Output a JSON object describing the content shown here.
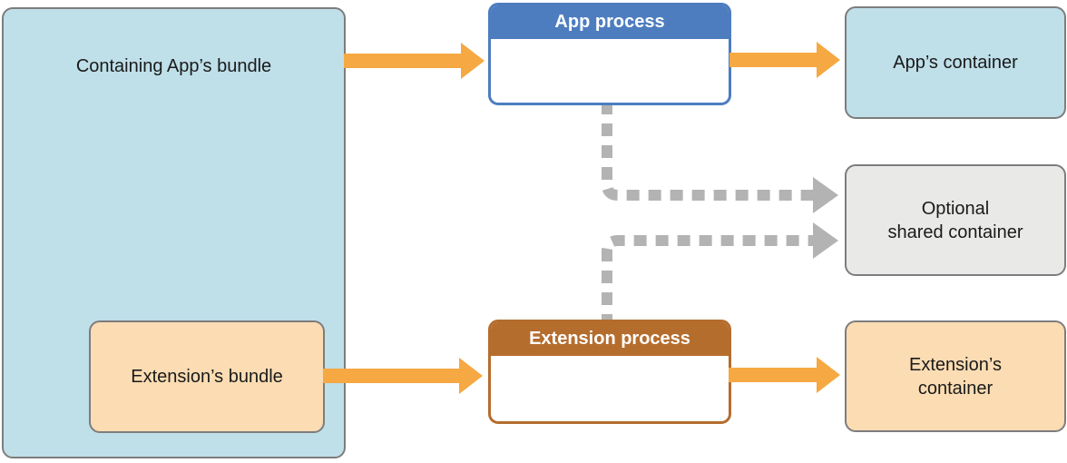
{
  "boxes": {
    "containing_bundle": {
      "label": "Containing App’s bundle"
    },
    "extension_bundle": {
      "label": "Extension’s bundle"
    },
    "app_process": {
      "title": "App process"
    },
    "extension_process": {
      "title": "Extension process"
    },
    "app_container": {
      "label": "App’s container"
    },
    "shared_container": {
      "label": "Optional\nshared container"
    },
    "extension_container": {
      "label": "Extension’s\ncontainer"
    }
  },
  "connections": [
    {
      "from": "containing_bundle",
      "to": "app_process",
      "style": "solid-orange"
    },
    {
      "from": "app_process",
      "to": "app_container",
      "style": "solid-orange"
    },
    {
      "from": "extension_bundle",
      "to": "extension_process",
      "style": "solid-orange"
    },
    {
      "from": "extension_process",
      "to": "extension_container",
      "style": "solid-orange"
    },
    {
      "from": "app_process",
      "to": "shared_container",
      "style": "dashed-gray"
    },
    {
      "from": "extension_process",
      "to": "shared_container",
      "style": "dashed-gray"
    }
  ],
  "colors": {
    "light_blue_fill": "#bfdfe9",
    "peach_fill": "#fbdcb3",
    "gray_fill": "#e9eae7",
    "arrow_orange": "#f6a843",
    "process_header_blue": "#4d7dbf",
    "process_header_brown": "#b56d2e",
    "dashed_arrow_gray": "#b3b3b3",
    "box_border_gray": "#7d7d7d"
  }
}
